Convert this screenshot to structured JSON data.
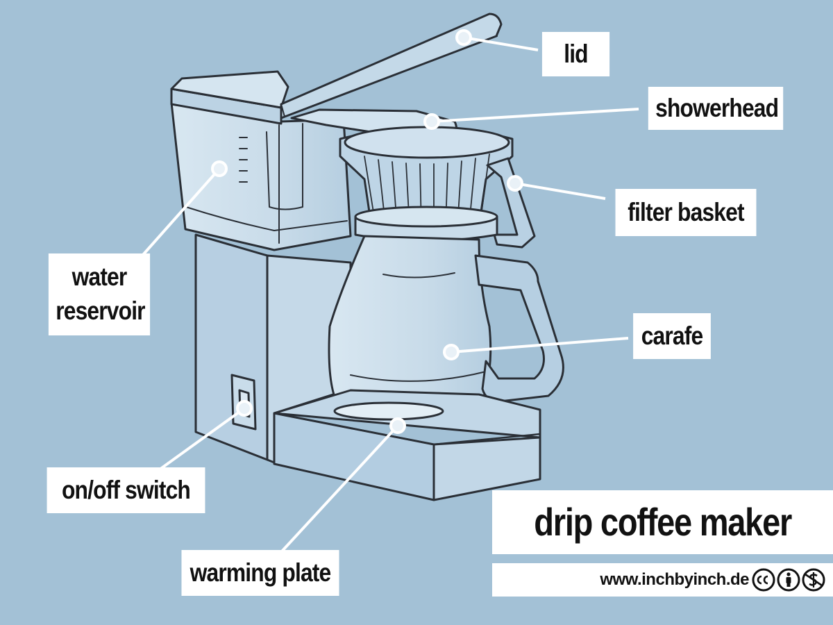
{
  "diagram": {
    "title": "drip coffee maker",
    "background_color": "#a3c1d6",
    "parts": [
      {
        "id": "lid",
        "label": "lid"
      },
      {
        "id": "showerhead",
        "label": "showerhead"
      },
      {
        "id": "filter-basket",
        "label": "filter basket"
      },
      {
        "id": "carafe",
        "label": "carafe"
      },
      {
        "id": "water-reservoir",
        "label_lines": [
          "water",
          "reservoir"
        ]
      },
      {
        "id": "on-off-switch",
        "label": "on/off switch"
      },
      {
        "id": "warming-plate",
        "label": "warming plate"
      }
    ]
  },
  "footer": {
    "url": "www.inchbyinch.de",
    "license_icons": [
      "cc-icon",
      "attribution-icon",
      "noncommercial-icon"
    ]
  }
}
